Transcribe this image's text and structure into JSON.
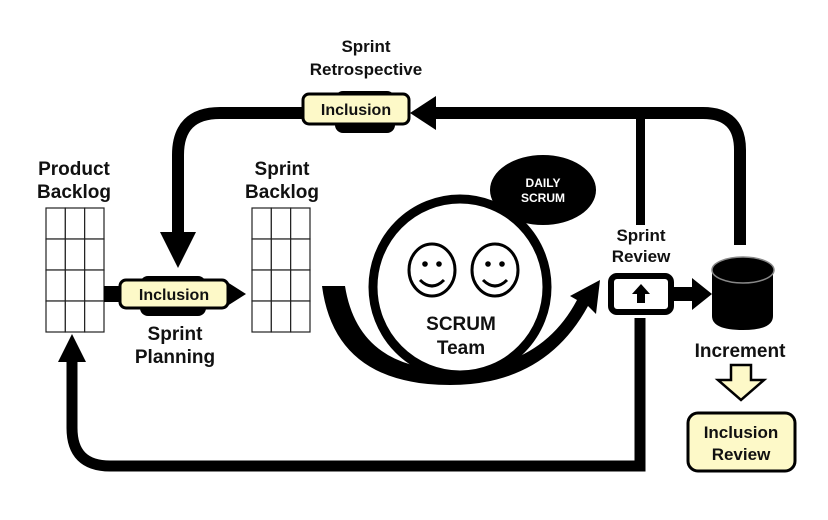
{
  "colors": {
    "ink": "#000000",
    "highlight_fill": "#fdf9c8",
    "background": "#ffffff"
  },
  "labels": {
    "product_backlog": [
      "Product",
      "Backlog"
    ],
    "sprint_backlog": [
      "Sprint",
      "Backlog"
    ],
    "sprint_retrospective": [
      "Sprint",
      "Retrospective"
    ],
    "sprint_planning": [
      "Sprint",
      "Planning"
    ],
    "sprint_review": [
      "Sprint",
      "Review"
    ],
    "daily_scrum": [
      "DAILY",
      "SCRUM"
    ],
    "scrum_team": [
      "SCRUM",
      "Team"
    ],
    "increment": "Increment",
    "inclusion_review": [
      "Inclusion",
      "Review"
    ]
  },
  "inclusion_badges": {
    "retrospective": "Inclusion",
    "planning": "Inclusion"
  },
  "backlog_grid": {
    "rows": 4,
    "cols": 3
  },
  "icons": {
    "team_members": [
      "smiley-face-icon",
      "smiley-face-icon"
    ],
    "review_box": "up-arrow-icon",
    "increment": "database-cylinder-icon"
  }
}
